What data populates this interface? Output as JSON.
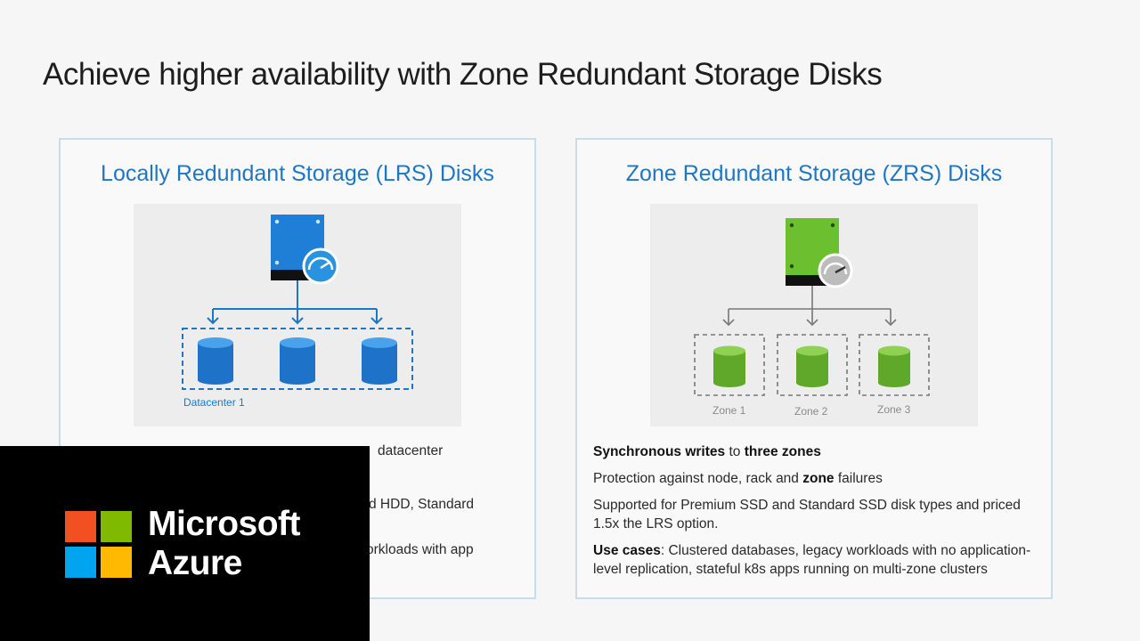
{
  "slide": {
    "title": "Achieve higher availability with Zone Redundant Storage Disks"
  },
  "lrs": {
    "heading": "Locally Redundant Storage (LRS) Disks",
    "datacenter_label": "Datacenter 1",
    "visible_fragments": [
      "datacenter",
      "d HDD, Standard",
      "orkloads with app"
    ]
  },
  "zrs": {
    "heading": "Zone Redundant Storage (ZRS) Disks",
    "zone_labels": [
      "Zone 1",
      "Zone 2",
      "Zone 3"
    ],
    "bullet1": {
      "bold1": "Synchronous writes",
      "text1": " to ",
      "bold2": "three zones"
    },
    "bullet2": {
      "text1": "Protection against node, rack and ",
      "bold1": "zone",
      "text2": " failures"
    },
    "bullet3": "Supported for Premium SSD and Standard SSD disk types and priced 1.5x the LRS option.",
    "bullet4": {
      "bold1": "Use cases",
      "text1": ": Clustered databases, legacy workloads with no application-level replication, stateful k8s apps running on multi-zone clusters"
    }
  },
  "brand": {
    "line1": "Microsoft",
    "line2": "Azure"
  },
  "colors": {
    "lrs_blue": "#1f77c4",
    "zrs_green": "#6cbf2f",
    "panel_border": "#c9dcea"
  }
}
